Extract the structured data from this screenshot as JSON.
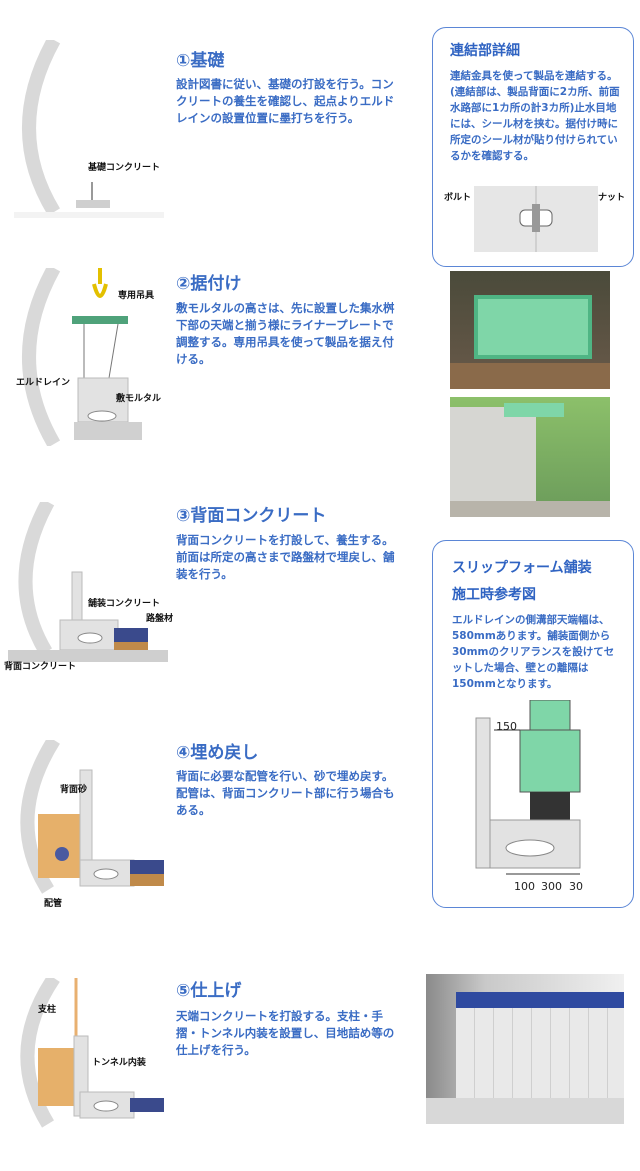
{
  "steps": [
    {
      "title": "①基礎",
      "text": "設計図書に従い、基礎の打設を行う。コンクリートの養生を確認し、起点よりエルドレインの設置位置に墨打ちを行う。",
      "labels": [
        "基礎コンクリート"
      ]
    },
    {
      "title": "②据付け",
      "text": "敷モルタルの高さは、先に設置した集水桝下部の天端と揃う様にライナープレートで調整する。専用吊具を使って製品を据え付ける。",
      "labels": [
        "専用吊具",
        "エルドレイン",
        "敷モルタル"
      ]
    },
    {
      "title": "③背面コンクリート",
      "text": "背面コンクリートを打設して、養生する。前面は所定の高さまで路盤材で埋戻し、舗装を行う。",
      "labels": [
        "舗装コンクリート",
        "路盤材",
        "背面コンクリート"
      ]
    },
    {
      "title": "④埋め戻し",
      "text": "背面に必要な配管を行い、砂で埋め戻す。配管は、背面コンクリート部に行う場合もある。",
      "labels": [
        "背面砂",
        "配管"
      ]
    },
    {
      "title": "⑤仕上げ",
      "text": "天端コンクリートを打設する。支柱・手摺・トンネル内装を設置し、目地詰め等の仕上げを行う。",
      "labels": [
        "支柱",
        "トンネル内装"
      ]
    }
  ],
  "joint_box": {
    "title": "連結部詳細",
    "text": "連結金具を使って製品を連結する。(連結部は、製品背面に2カ所、前面水路部に1カ所の計3カ所)止水目地には、シール材を挟む。据付け時に所定のシール材が貼り付けられているかを確認する。",
    "labels": [
      "ボルト",
      "ナット"
    ]
  },
  "slipform_box": {
    "title": "スリップフォーム舗装",
    "subtitle": "施工時参考図",
    "text": "エルドレインの側溝部天端幅は、580mmあります。舗装面側から30mmのクリアランスを設けてセットした場合、壁との離隔は150mmとなります。",
    "dims": [
      "150",
      "100",
      "300",
      "30"
    ]
  },
  "colors": {
    "accent": "#3a6cc4",
    "concrete": "#e2e2e2",
    "green": "#6fbf8a",
    "sand": "#e6b06a",
    "pavement": "#3a4a8c",
    "subbase": "#c08a4a"
  }
}
